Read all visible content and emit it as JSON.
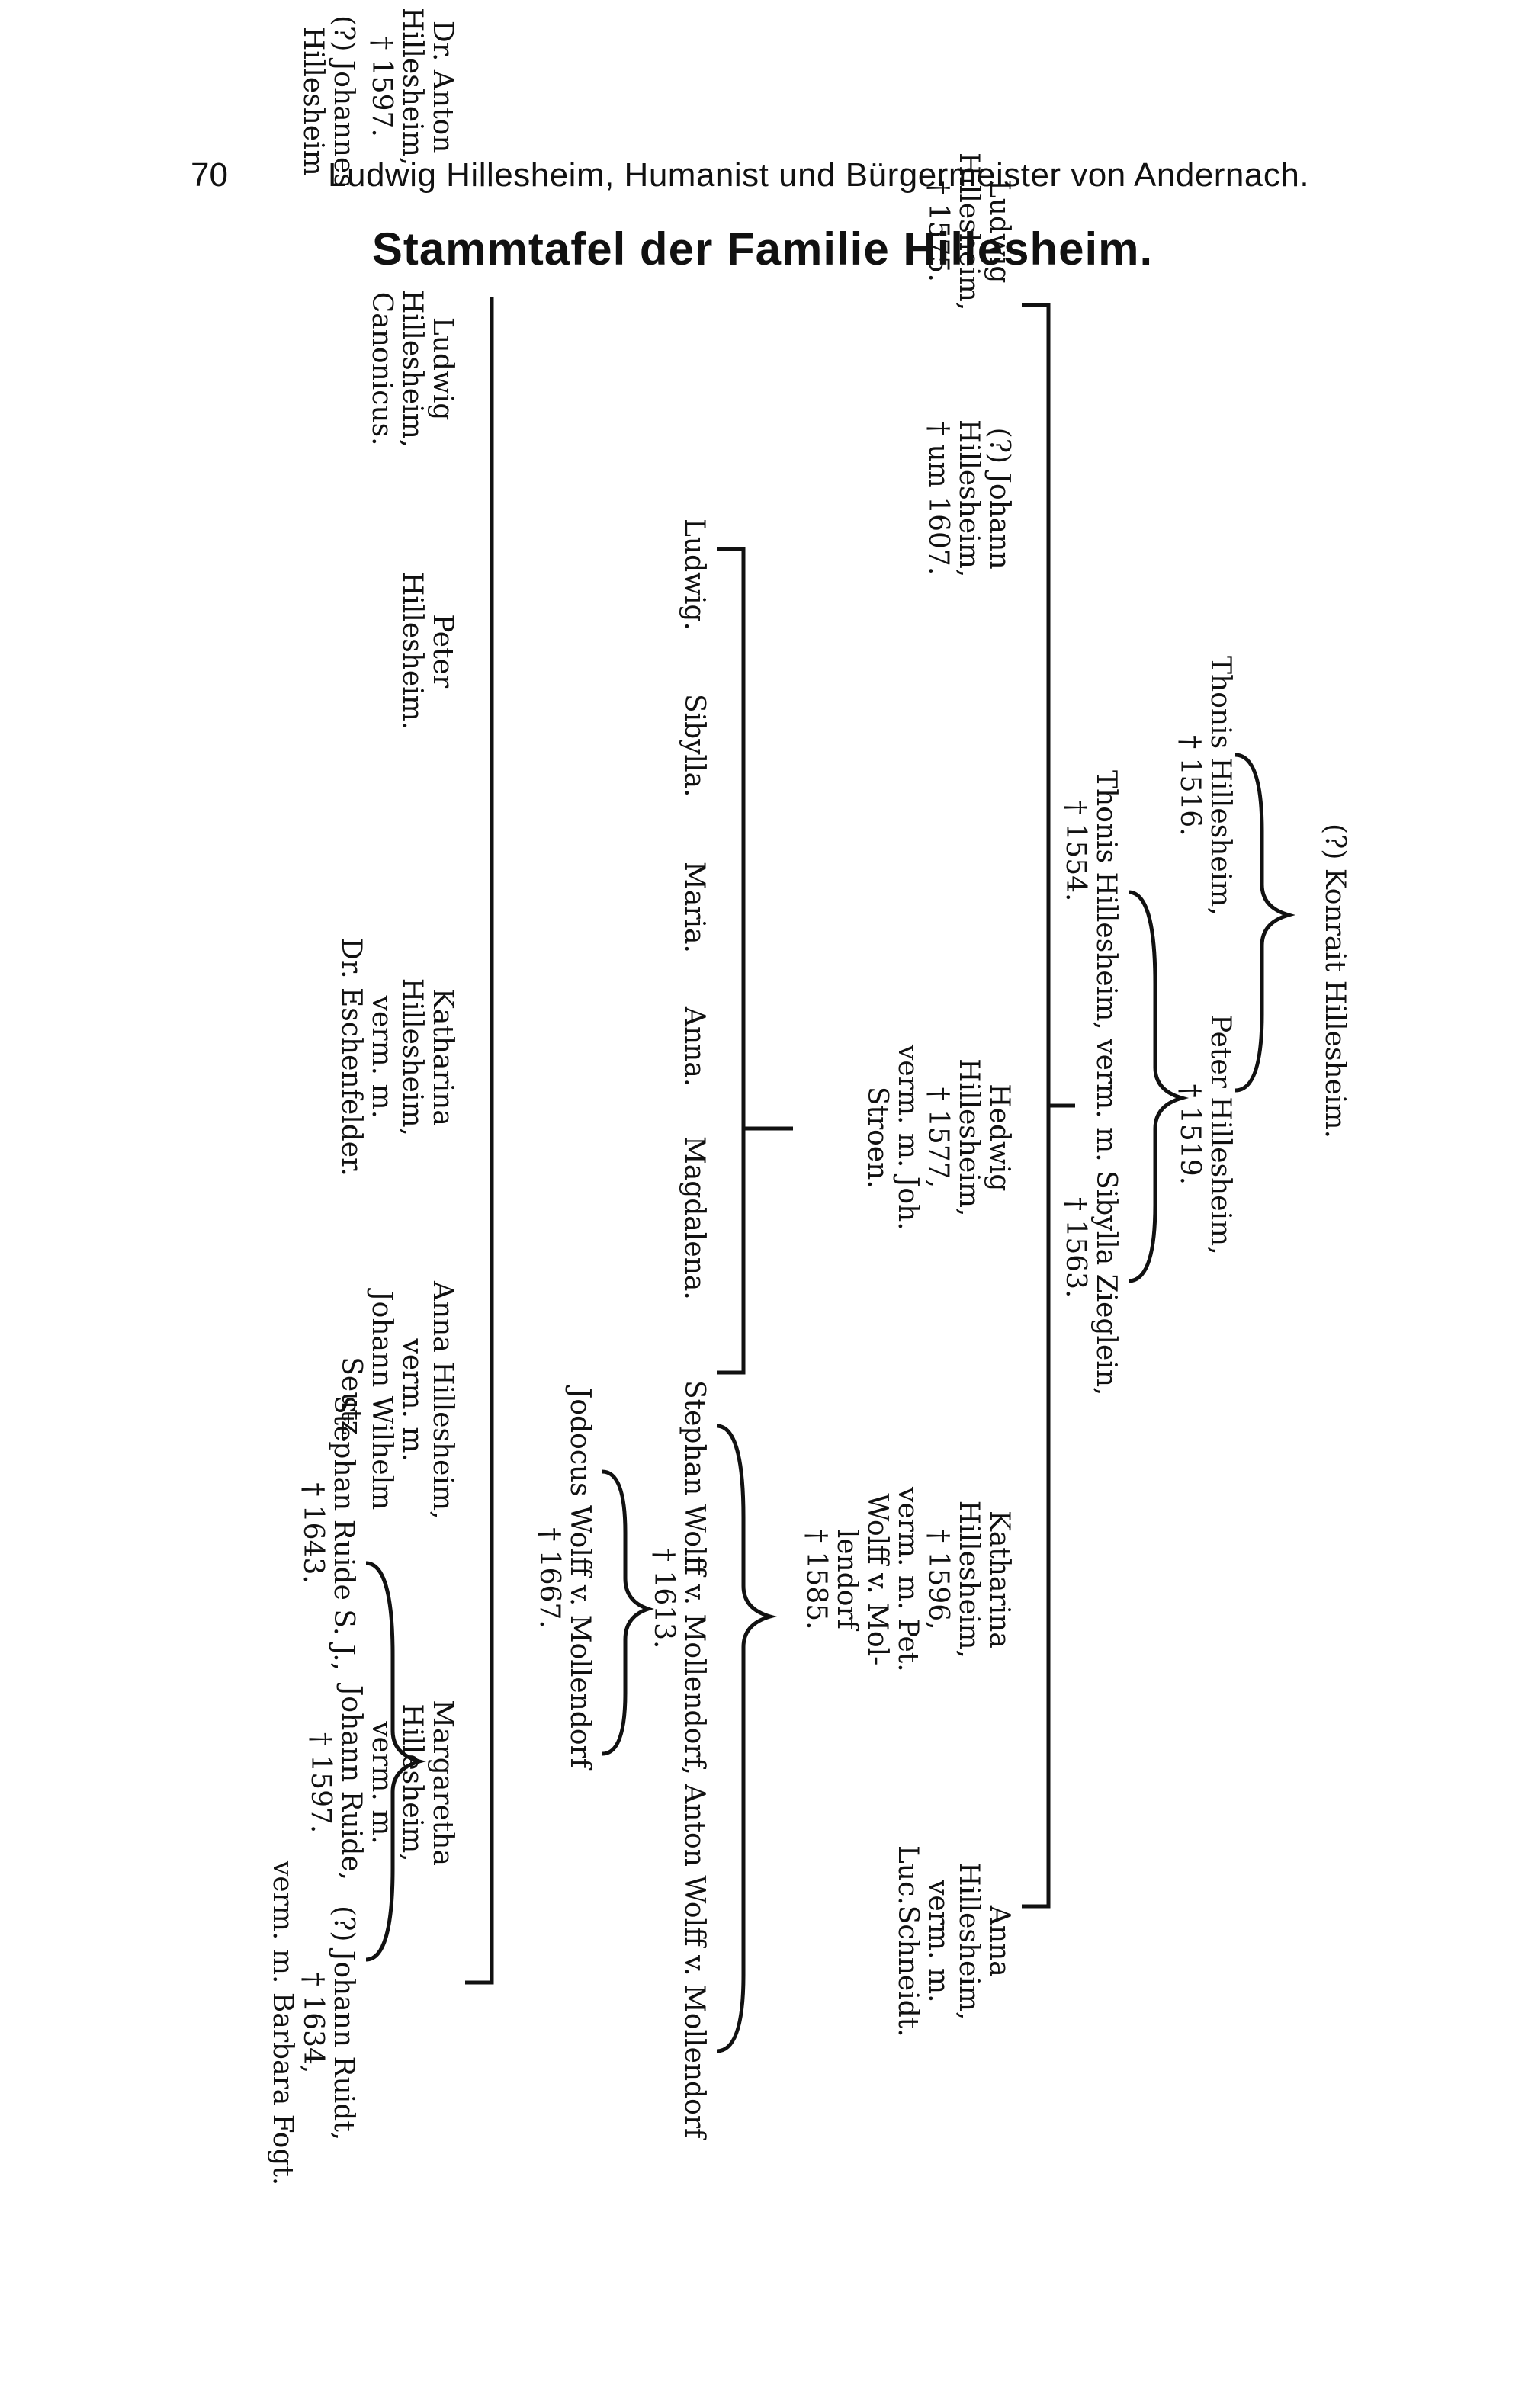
{
  "header": {
    "page_number": "70",
    "running_title": "Ludwig Hillesheim, Humanist und Bürgermeister von Andernach."
  },
  "title": "Stammtafel der Familie Hillesheim.",
  "tree": {
    "konrad": "(?) Konrait Hillesheim.",
    "thonis1516": [
      "Thonis Hillesheim,",
      "† 1516."
    ],
    "peter1519": [
      "Peter Hillesheim,",
      "† 1519."
    ],
    "thonis1554": "Thonis Hillesheim, verm. m. Sibylla Ziegl",
    "thonis1554_dates": [
      "† 1554.",
      "† 1563."
    ],
    "thonis1554_tail": "ein,",
    "ludwig1575": [
      "Ludwig",
      "Hillesheim,",
      "† 1575."
    ],
    "johann1607": [
      "(?) Johann",
      "Hillesheim,",
      "† um 1607."
    ],
    "hedwig": [
      "Hedwig",
      "Hillesheim,",
      "† 1577,",
      "verm. m. Joh.",
      "Stroen."
    ],
    "katharina1596": [
      "Katharina",
      "Hillesheim,",
      "† 1596,",
      "verm. m. Pet.",
      "Wolff v. Mol-",
      "lendorf",
      "† 1585."
    ],
    "anna_schneidt": [
      "Anna",
      "Hillesheim,",
      "verm. m.",
      "Luc.Schneidt."
    ],
    "stroen_children": [
      "Ludwig.",
      "Sibylla.",
      "Maria.",
      "Anna.",
      "Magdalena."
    ],
    "stephan_anton": "Stephan Wolff v. Mollendorf, Anton Wolff v. Mollendorf",
    "stephan_death": "† 1613.",
    "jodocus": [
      "Jodocus Wolff v. Mollendorf",
      "† 1667."
    ],
    "anton1597": [
      "Dr. Anton",
      "Hillesheim,",
      "† 1597."
    ],
    "johannes": [
      "(?) Johannes",
      "Hillesheim"
    ],
    "ludwig_canon": [
      "Ludwig",
      "Hillesheim,",
      "Canonicus."
    ],
    "peter": [
      "Peter",
      "Hillesheim."
    ],
    "katharina_esch": [
      "Katharina",
      "Hillesheim,",
      "verm. m.",
      "Dr. Eschenfelder."
    ],
    "anna_seutz": [
      "Anna Hillesheim,",
      "verm. m.",
      "Johann Wilhelm",
      "Seutz."
    ],
    "margaretha": [
      "Margaretha",
      "Hillesheim,",
      "verm. m.",
      "Johann Ruide,",
      "† 1597."
    ],
    "stephan_ruide": [
      "Stephan Ruide S. J.,",
      "† 1643."
    ],
    "johann_ruidt": [
      "(?) Johann Ruidt,",
      "† 1634,",
      "verm. m. Barbara Fogt."
    ]
  }
}
